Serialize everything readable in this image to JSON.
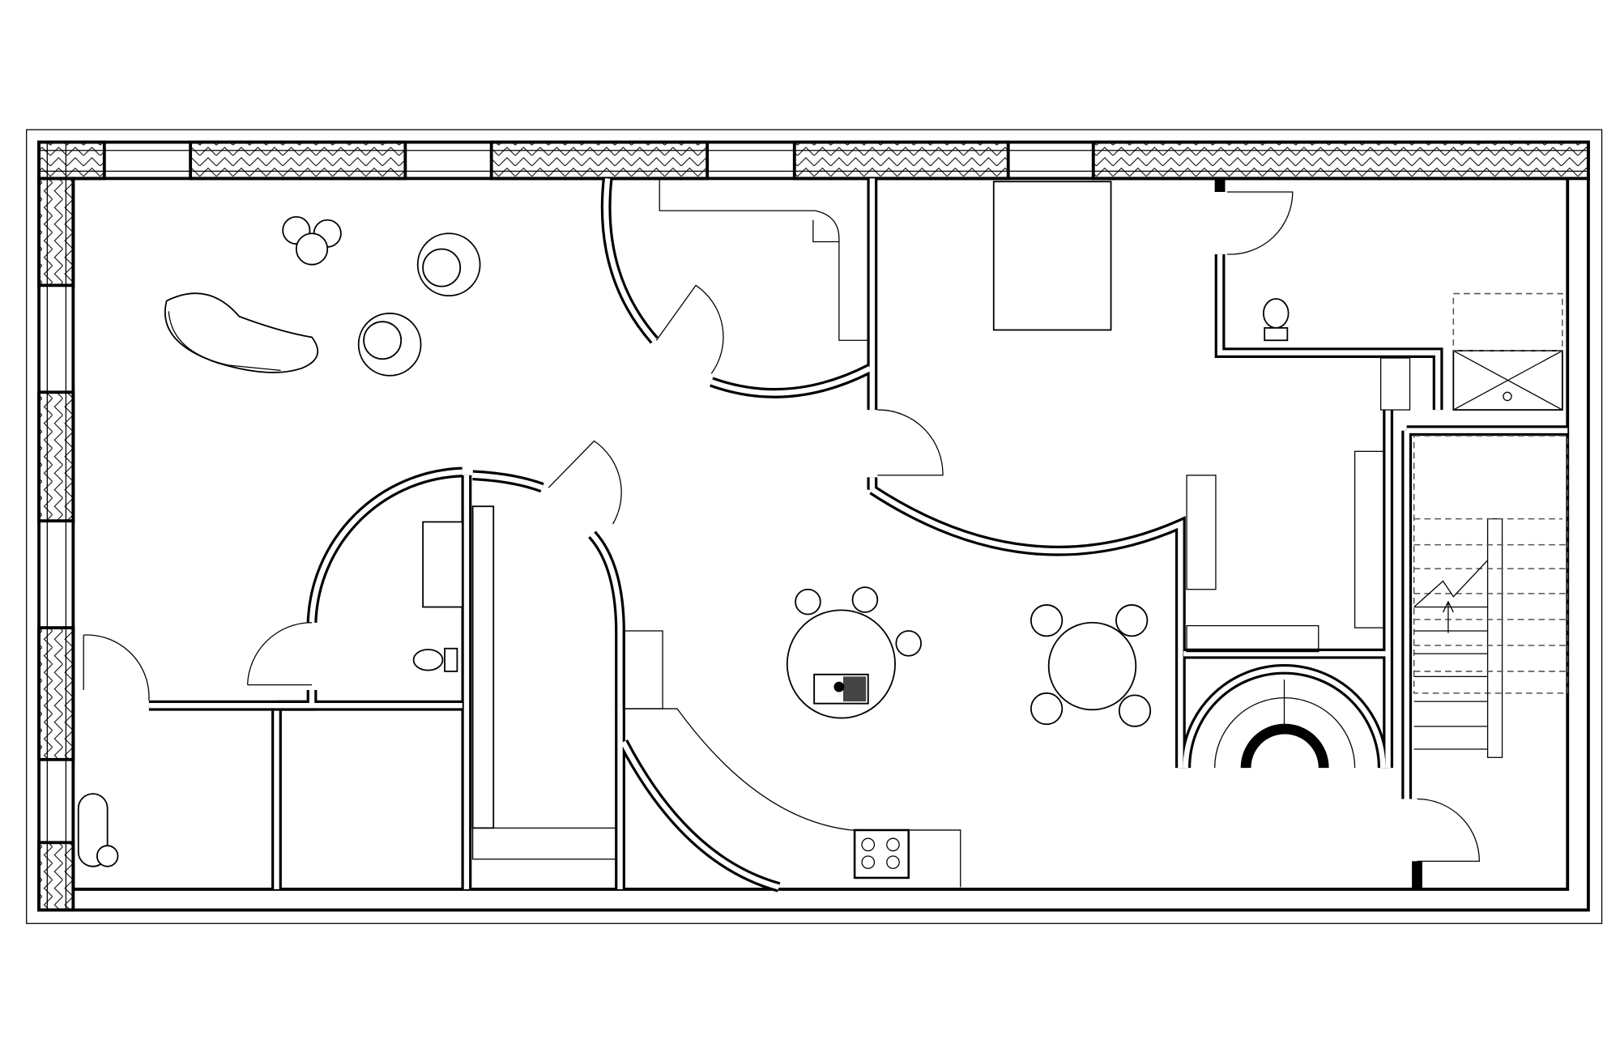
{
  "drawing": {
    "type": "floor-plan",
    "colors": {
      "line": "#000000",
      "background": "#ffffff"
    },
    "fixtures": [
      "sofa",
      "armchair",
      "side-table",
      "bathtub",
      "toilet",
      "shower",
      "stove",
      "sink",
      "dining-table",
      "chair",
      "staircase",
      "door"
    ]
  }
}
